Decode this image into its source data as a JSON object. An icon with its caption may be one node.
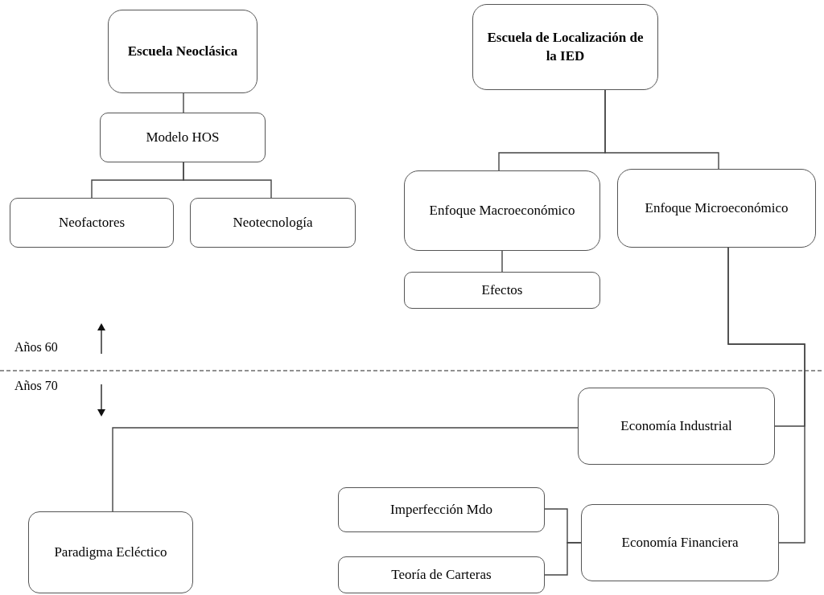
{
  "diagram": {
    "nodes": [
      {
        "text": [
          "Escuela Neoclásica"
        ]
      },
      {
        "text": [
          "Modelo HOS"
        ]
      },
      {
        "text": [
          "Neofactores"
        ]
      },
      {
        "text": [
          "Neotecnología"
        ]
      },
      {
        "text": [
          "Escuela de Localización de la IED"
        ]
      },
      {
        "text": [
          "Enfoque Macroeconómico"
        ]
      },
      {
        "text": [
          "Enfoque Microeconómico"
        ]
      },
      {
        "text": [
          "Efectos"
        ]
      },
      {
        "text": [
          "Economía Industrial"
        ]
      },
      {
        "text": [
          "Paradigma Ecléctico"
        ]
      },
      {
        "text": [
          "Imperfección Mdo"
        ]
      },
      {
        "text": [
          "Teoría de Carteras"
        ]
      },
      {
        "text": [
          "Economía Financiera"
        ]
      }
    ],
    "edges": [
      {
        "from": 0,
        "to": 1,
        "arrow": "none"
      },
      {
        "from": 1,
        "to": 2,
        "arrow": "none"
      },
      {
        "from": 1,
        "to": 3,
        "arrow": "none"
      },
      {
        "from": 4,
        "to": 5,
        "arrow": "none"
      },
      {
        "from": 4,
        "to": 6,
        "arrow": "none"
      },
      {
        "from": 5,
        "to": 7,
        "arrow": "none"
      },
      {
        "from": 6,
        "to": 8,
        "arrow": "none"
      },
      {
        "from": 6,
        "to": 12,
        "arrow": "none"
      },
      {
        "from": 8,
        "to": 9,
        "arrow": "none"
      },
      {
        "from": 10,
        "to": 12,
        "arrow": "none"
      },
      {
        "from": 11,
        "to": 12,
        "arrow": "none"
      }
    ],
    "labels": [
      "Años 60",
      "Años 70"
    ]
  }
}
